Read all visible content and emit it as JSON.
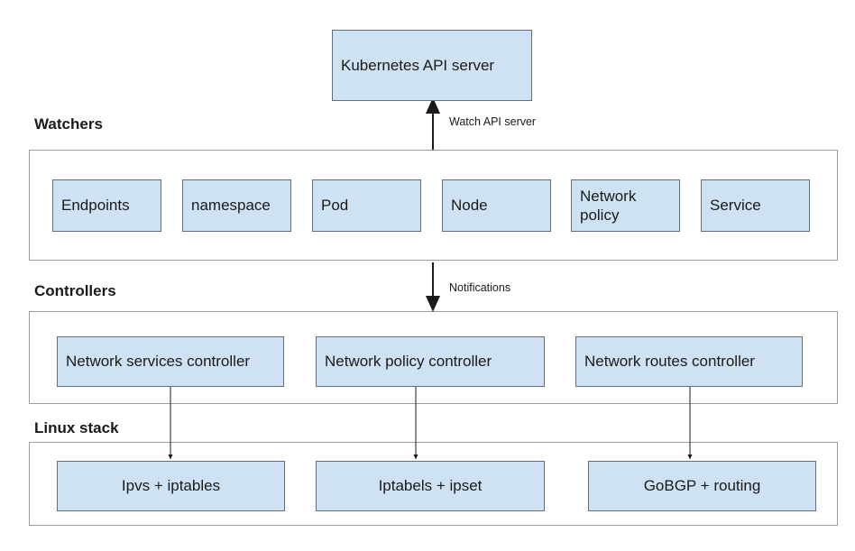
{
  "api_server": {
    "label": "Kubernetes API server"
  },
  "edges": {
    "watch_label": "Watch API server",
    "notify_label": "Notifications"
  },
  "sections": {
    "watchers": {
      "title": "Watchers",
      "items": [
        "Endpoints",
        "namespace",
        "Pod",
        "Node",
        "Network policy",
        "Service"
      ]
    },
    "controllers": {
      "title": "Controllers",
      "items": [
        "Network services controller",
        "Network policy controller",
        "Network routes controller"
      ]
    },
    "linux_stack": {
      "title": "Linux stack",
      "items": [
        "Ipvs + iptables",
        "Iptabels + ipset",
        "GoBGP + routing"
      ]
    }
  },
  "colors": {
    "box_fill": "#cfe2f3",
    "box_border": "#5f6f80",
    "section_border": "#9b9b9b",
    "arrow": "#1a1a1a"
  }
}
